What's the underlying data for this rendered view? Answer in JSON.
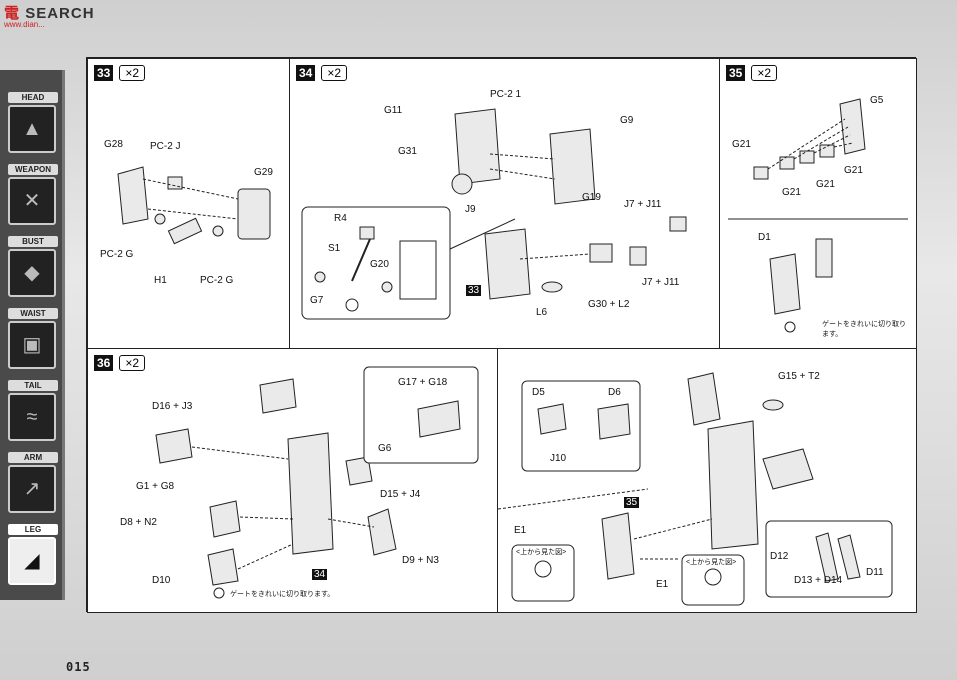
{
  "brand": {
    "title": "SEARCH",
    "logo": "電",
    "site": "www.dian..."
  },
  "sidebar": [
    {
      "label": "HEAD",
      "icon": "head-icon",
      "glyph": "▲"
    },
    {
      "label": "WEAPON",
      "icon": "weapon-icon",
      "glyph": "✕"
    },
    {
      "label": "BUST",
      "icon": "bust-icon",
      "glyph": "◆"
    },
    {
      "label": "WAIST",
      "icon": "waist-icon",
      "glyph": "▣"
    },
    {
      "label": "TAIL",
      "icon": "tail-icon",
      "glyph": "≈"
    },
    {
      "label": "ARM",
      "icon": "arm-icon",
      "glyph": "↗"
    },
    {
      "label": "LEG",
      "icon": "leg-icon",
      "glyph": "◢"
    }
  ],
  "page_number": "015",
  "steps": {
    "s33": {
      "num": "33",
      "mult": "×2",
      "labels": [
        "G28",
        "PC-2 J",
        "G29",
        "PC-2 G",
        "H1",
        "PC-2 G"
      ]
    },
    "s34": {
      "num": "34",
      "mult": "×2",
      "labels": [
        "PC-2 1",
        "G11",
        "G9",
        "G31",
        "G19",
        "J9",
        "J7 + J11",
        "J7 + J11",
        "G30 + L2",
        "L6",
        "33",
        "R4",
        "S1",
        "G20",
        "G7"
      ]
    },
    "s35": {
      "num": "35",
      "mult": "×2",
      "labels": [
        "G5",
        "G21",
        "G21",
        "G21",
        "G21",
        "D1"
      ],
      "note": "ゲートをきれいに切り取ります。"
    },
    "s36": {
      "num": "36",
      "mult": "×2",
      "labels": [
        "D16 + J3",
        "G1 + G8",
        "D8 + N2",
        "D10",
        "D15 + J4",
        "D9 + N3",
        "G17 + G18",
        "G6",
        "34"
      ],
      "note": "ゲートをきれいに切り取ります。"
    },
    "s36b": {
      "labels": [
        "D5",
        "D6",
        "J10",
        "G15 + T2",
        "35",
        "E1",
        "E1",
        "D12",
        "D13 + D14",
        "D11"
      ],
      "top_view": "<上から見た図>"
    }
  }
}
